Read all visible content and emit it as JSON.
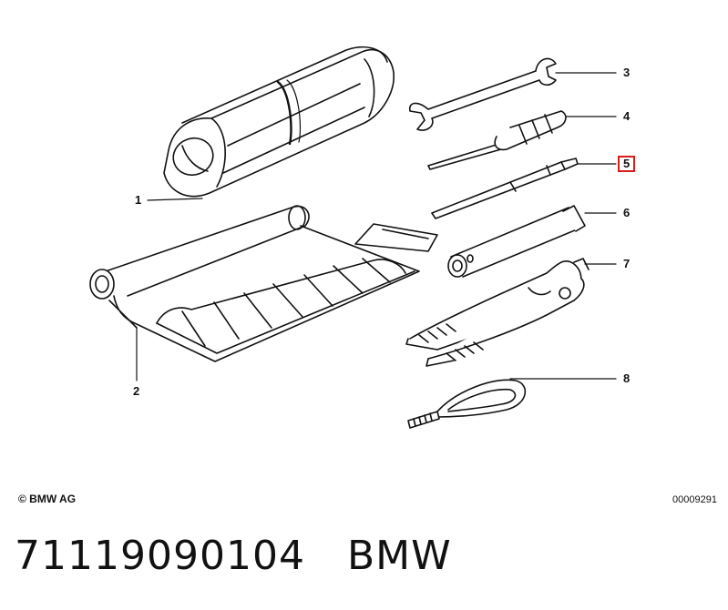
{
  "callouts": [
    {
      "label": "1",
      "highlighted": false
    },
    {
      "label": "2",
      "highlighted": false
    },
    {
      "label": "3",
      "highlighted": false
    },
    {
      "label": "4",
      "highlighted": false
    },
    {
      "label": "5",
      "highlighted": true
    },
    {
      "label": "6",
      "highlighted": false
    },
    {
      "label": "7",
      "highlighted": false
    },
    {
      "label": "8",
      "highlighted": false
    }
  ],
  "highlight_color": "#d81b1b",
  "footer": {
    "copyright": "© BMW AG",
    "drawing_number": "00009291"
  },
  "caption": {
    "part_number": "71119090104",
    "brand": "BMW"
  }
}
